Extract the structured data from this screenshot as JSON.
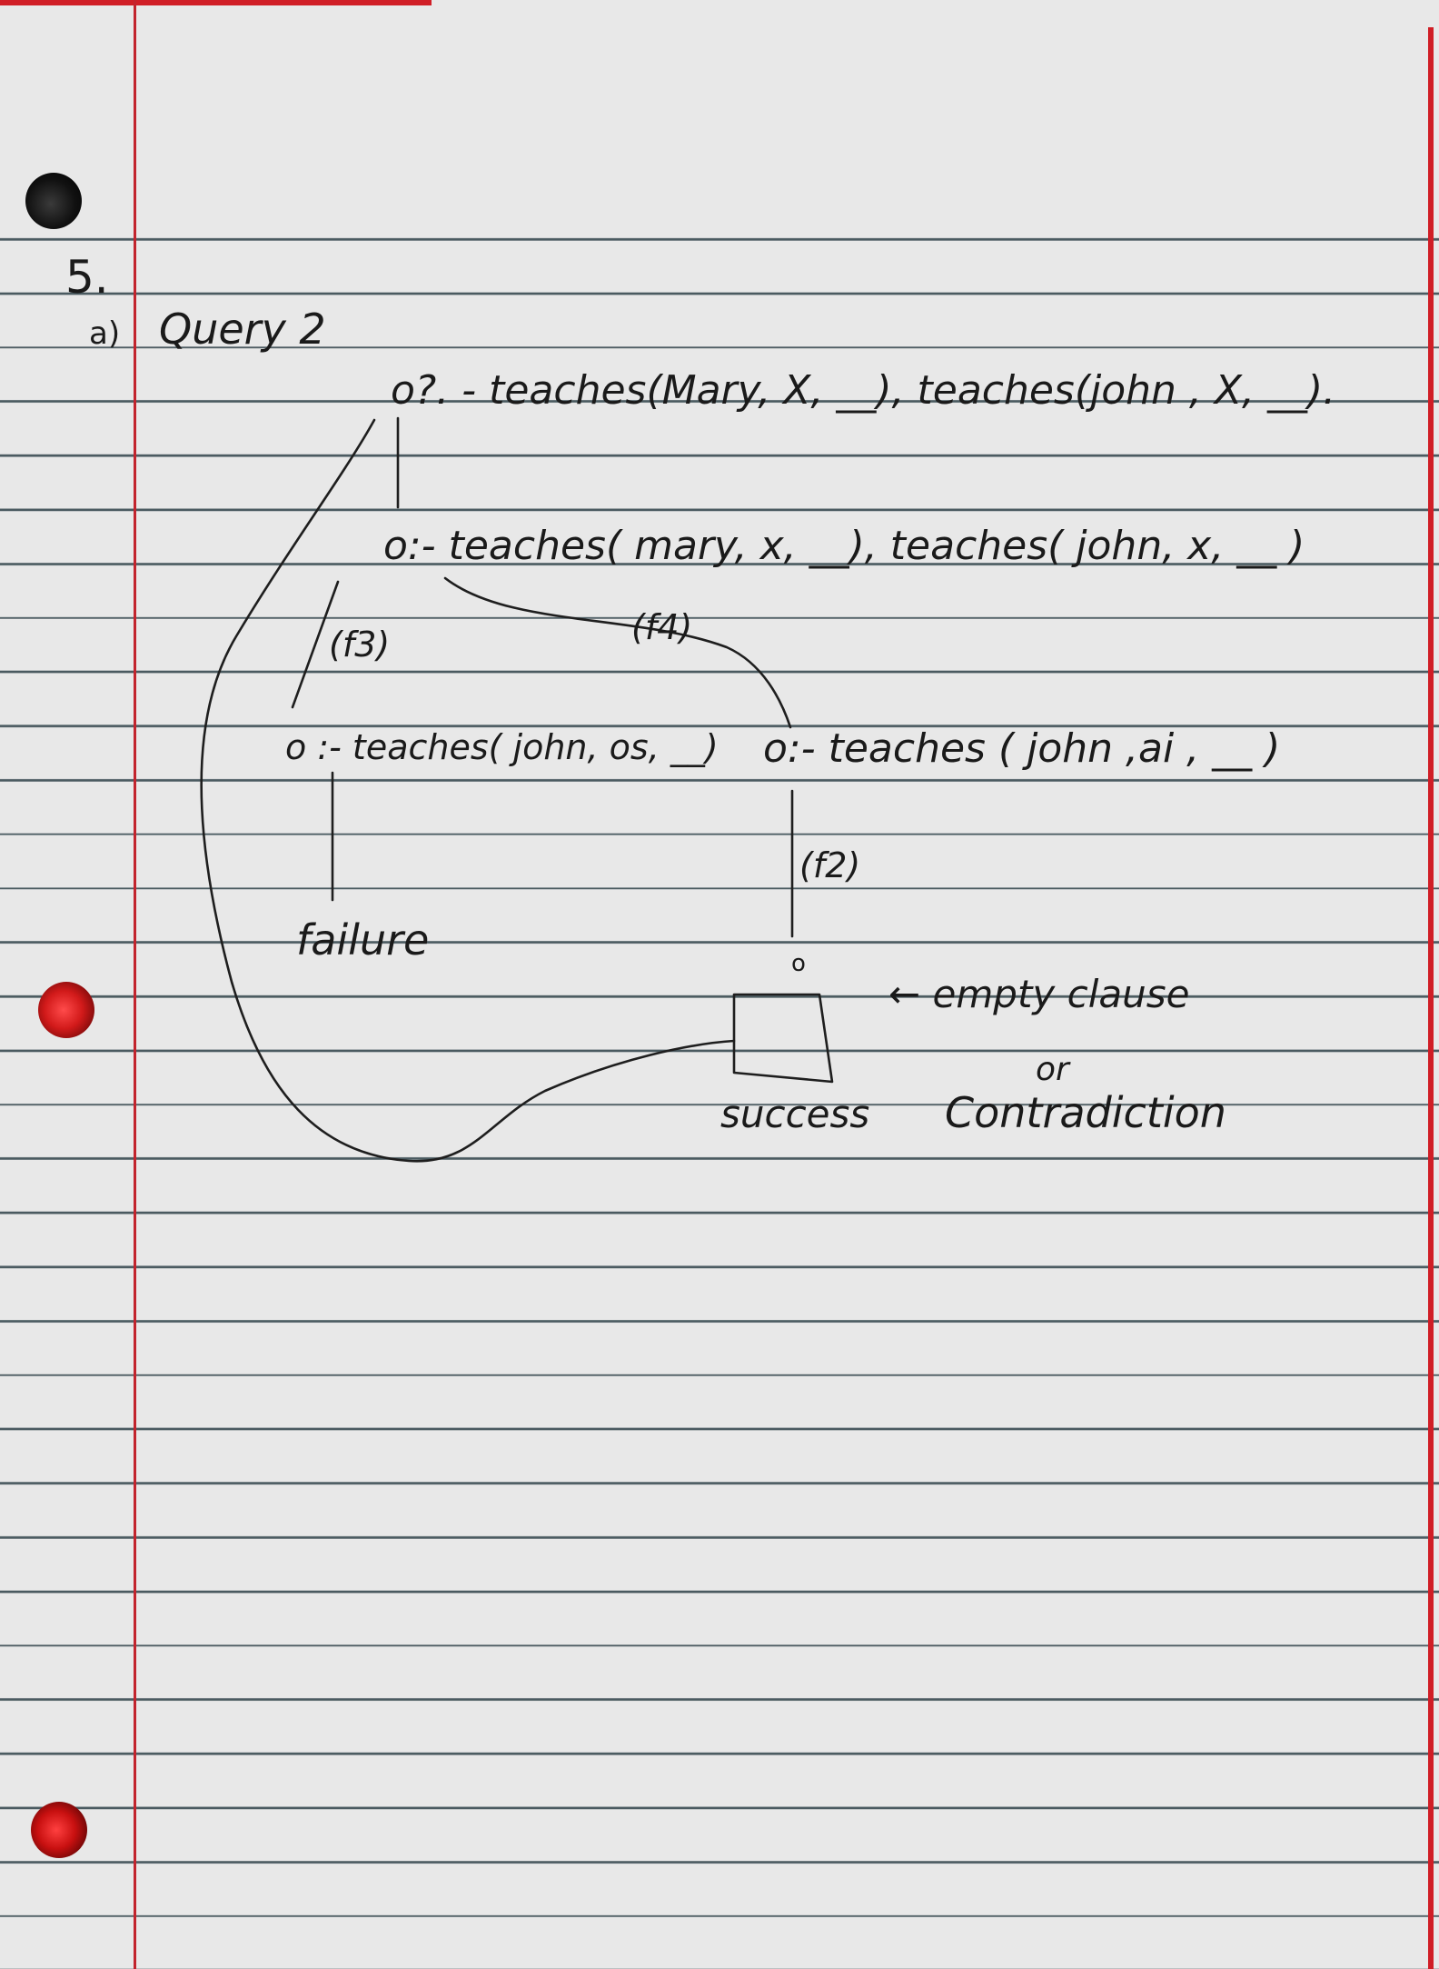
{
  "question": {
    "number": "5.",
    "part": "a)",
    "title": "Query 2"
  },
  "tree": {
    "root_query": "o?. - teaches(Mary, X, __), teaches(john , X, __).",
    "node_1": "o:- teaches( mary, x, __), teaches( john, x, __ )",
    "edge_left": "(f3)",
    "edge_right": "(f4)",
    "node_left": "o :- teaches( john, os, __)",
    "node_right": "o:- teaches ( john ,ai , __ )",
    "edge_f2": "(f2)",
    "leaf_left": "failure",
    "leaf_right_node": "o",
    "success_label": "success",
    "empty_clause_note": "← empty clause",
    "or_label": "or",
    "contradiction_label": "Contradiction"
  },
  "colors": {
    "paper": "#e8e8e8",
    "rule_line": "#4a5a60",
    "margin_line": "#c2242d",
    "ink": "#1e1e1e"
  }
}
